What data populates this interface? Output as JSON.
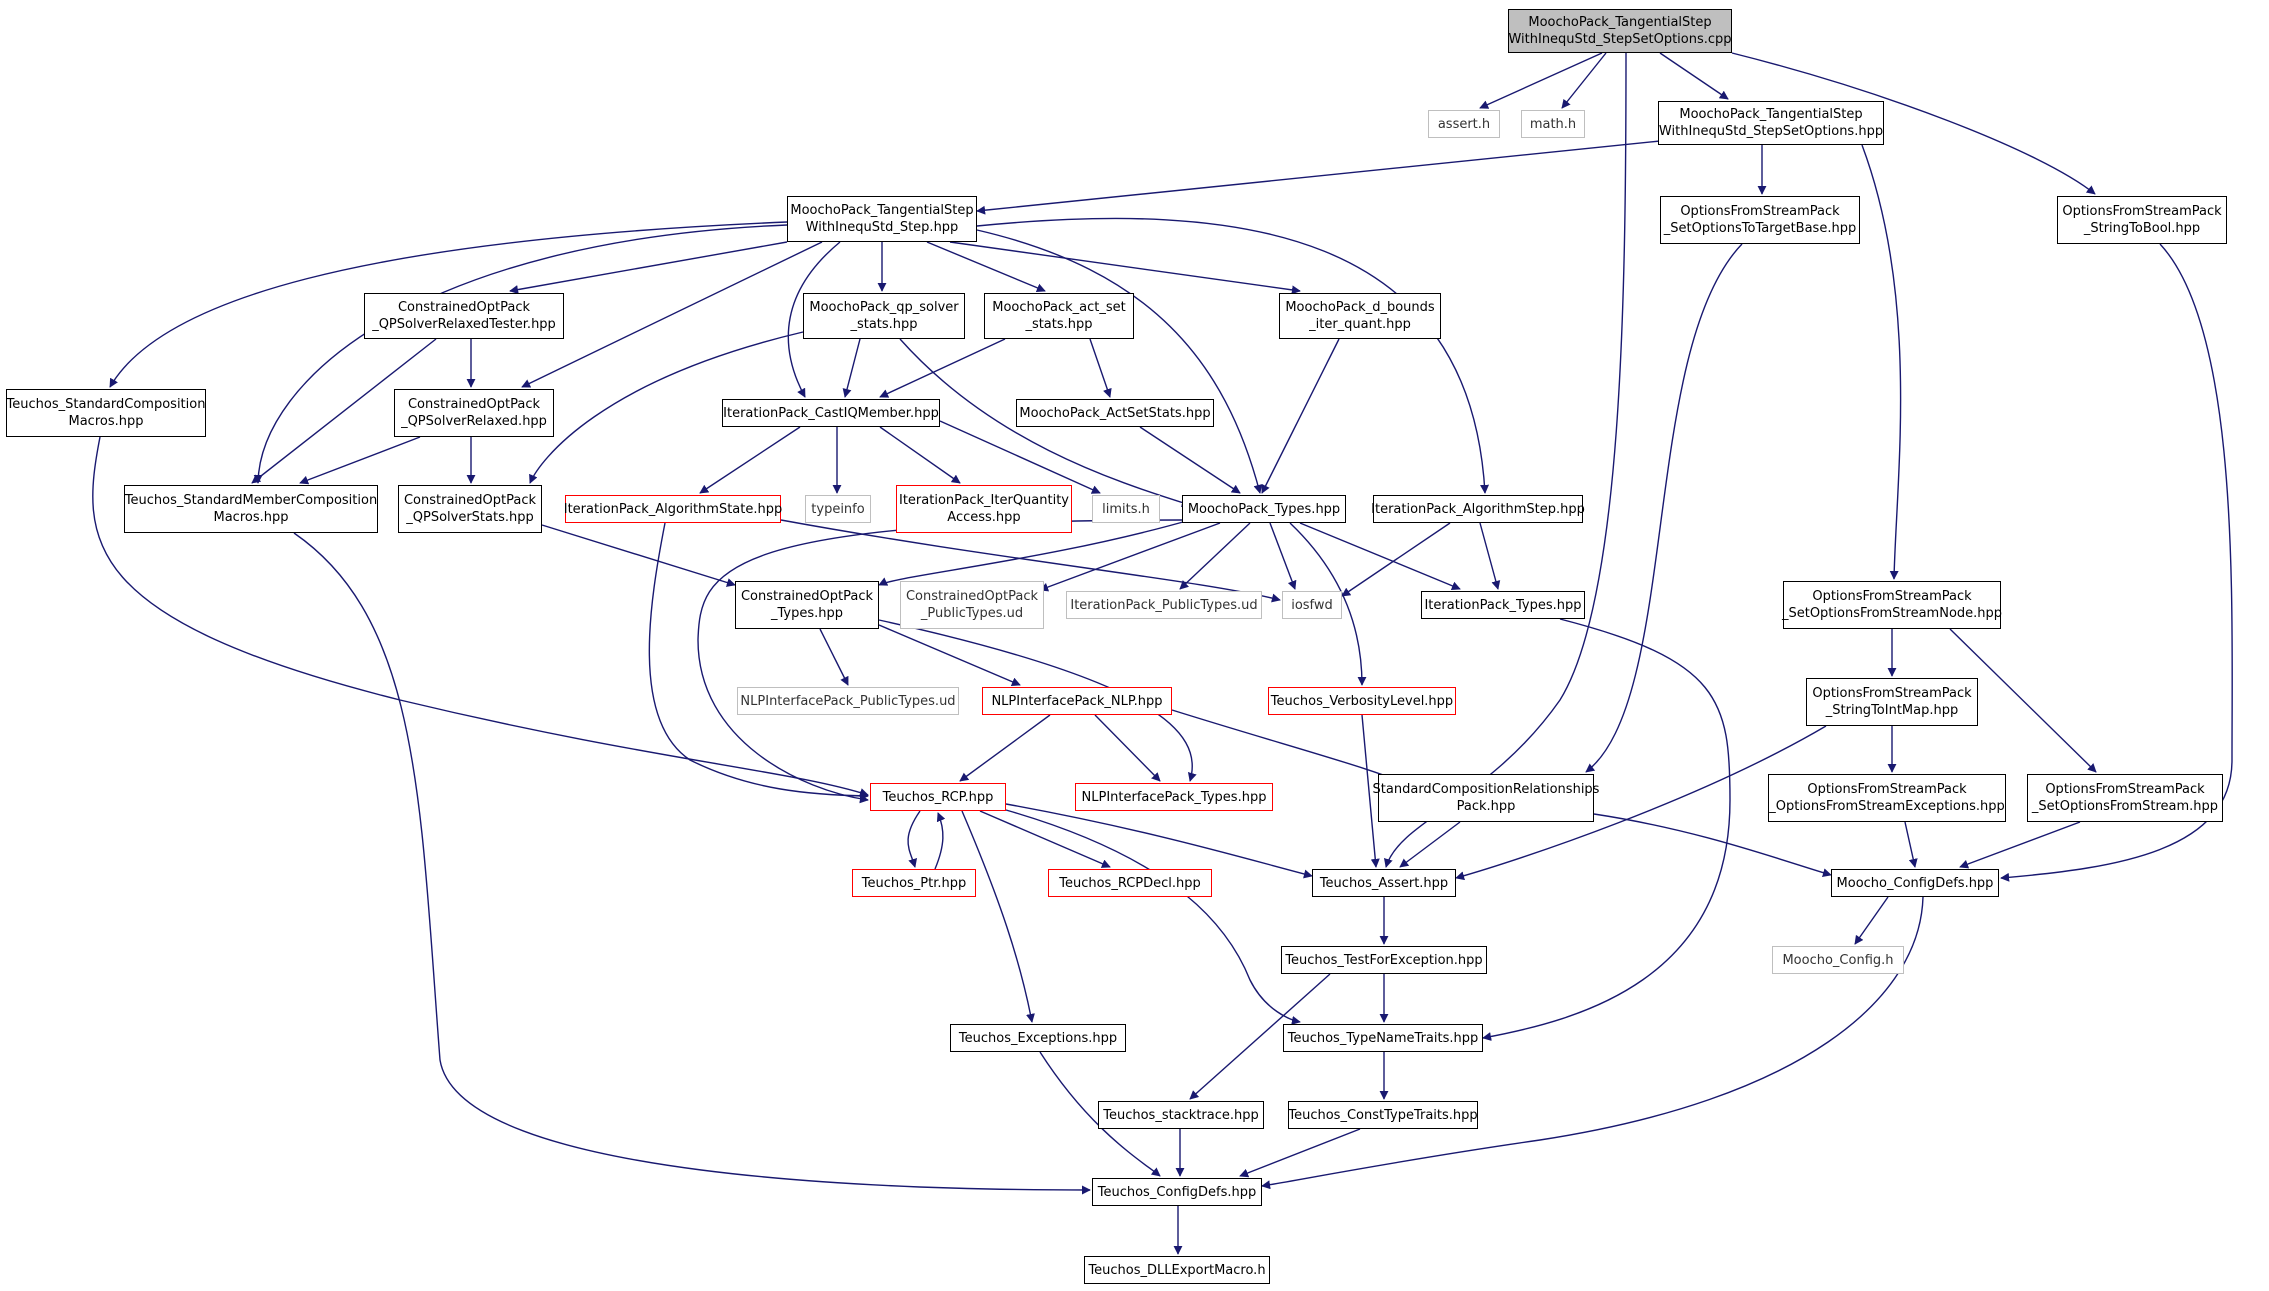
{
  "colors": {
    "edge": "#191970",
    "node_border": "#000000",
    "incomplete_border": "#ff0000",
    "system_border": "#bfbfbf",
    "root_fill": "#bfbfbf"
  },
  "nodes": {
    "root": "MoochoPack_TangentialStep\nWithInequStd_StepSetOptions.cpp",
    "assert_h": "assert.h",
    "math_h": "math.h",
    "stepsetopt_hpp": "MoochoPack_TangentialStep\nWithInequStd_StepSetOptions.hpp",
    "stringtobool": "OptionsFromStreamPack\n_StringToBool.hpp",
    "step_hpp": "MoochoPack_TangentialStep\nWithInequStd_Step.hpp",
    "settotarget": "OptionsFromStreamPack\n_SetOptionsToTargetBase.hpp",
    "qprelaxedtester": "ConstrainedOptPack\n_QPSolverRelaxedTester.hpp",
    "qpsolverstats_mp": "MoochoPack_qp_solver\n_stats.hpp",
    "actset_stats": "MoochoPack_act_set\n_stats.hpp",
    "dbounds": "MoochoPack_d_bounds\n_iter_quant.hpp",
    "stdcompmacros": "Teuchos_StandardComposition\nMacros.hpp",
    "qprelaxed": "ConstrainedOptPack\n_QPSolverRelaxed.hpp",
    "castiq": "IterationPack_CastIQMember.hpp",
    "actsetstats": "MoochoPack_ActSetStats.hpp",
    "stdmembermacros": "Teuchos_StandardMemberComposition\nMacros.hpp",
    "qpsolverstats": "ConstrainedOptPack\n_QPSolverStats.hpp",
    "algstate": "IterationPack_AlgorithmState.hpp",
    "typeinfo": "typeinfo",
    "iterqa": "IterationPack_IterQuantity\nAccess.hpp",
    "limits": "limits.h",
    "moochotypes": "MoochoPack_Types.hpp",
    "algstep": "IterationPack_AlgorithmStep.hpp",
    "fromstreamnode": "OptionsFromStreamPack\n_SetOptionsFromStreamNode.hpp",
    "cop_types": "ConstrainedOptPack\n_Types.hpp",
    "cop_public_ud": "ConstrainedOptPack\n_PublicTypes.ud",
    "ip_public_ud": "IterationPack_PublicTypes.ud",
    "iosfwd": "iosfwd",
    "ip_types": "IterationPack_Types.hpp",
    "stringtointmap": "OptionsFromStreamPack\n_StringToIntMap.hpp",
    "nlp_public_ud": "NLPInterfacePack_PublicTypes.ud",
    "nlp_hpp": "NLPInterfacePack_NLP.hpp",
    "verbosity": "Teuchos_VerbosityLevel.hpp",
    "scrp": "StandardCompositionRelationships\nPack.hpp",
    "ofs_exceptions": "OptionsFromStreamPack\n_OptionsFromStreamExceptions.hpp",
    "fromstream": "OptionsFromStreamPack\n_SetOptionsFromStream.hpp",
    "rcp": "Teuchos_RCP.hpp",
    "nlp_types": "NLPInterfacePack_Types.hpp",
    "ptr": "Teuchos_Ptr.hpp",
    "rcpdecl": "Teuchos_RCPDecl.hpp",
    "t_assert": "Teuchos_Assert.hpp",
    "moocho_configdefs": "Moocho_ConfigDefs.hpp",
    "moocho_config_h": "Moocho_Config.h",
    "testforexc": "Teuchos_TestForException.hpp",
    "exceptions": "Teuchos_Exceptions.hpp",
    "typenametraits": "Teuchos_TypeNameTraits.hpp",
    "stacktrace": "Teuchos_stacktrace.hpp",
    "consttypetraits": "Teuchos_ConstTypeTraits.hpp",
    "t_configdefs": "Teuchos_ConfigDefs.hpp",
    "dllexport": "Teuchos_DLLExportMacro.h"
  }
}
